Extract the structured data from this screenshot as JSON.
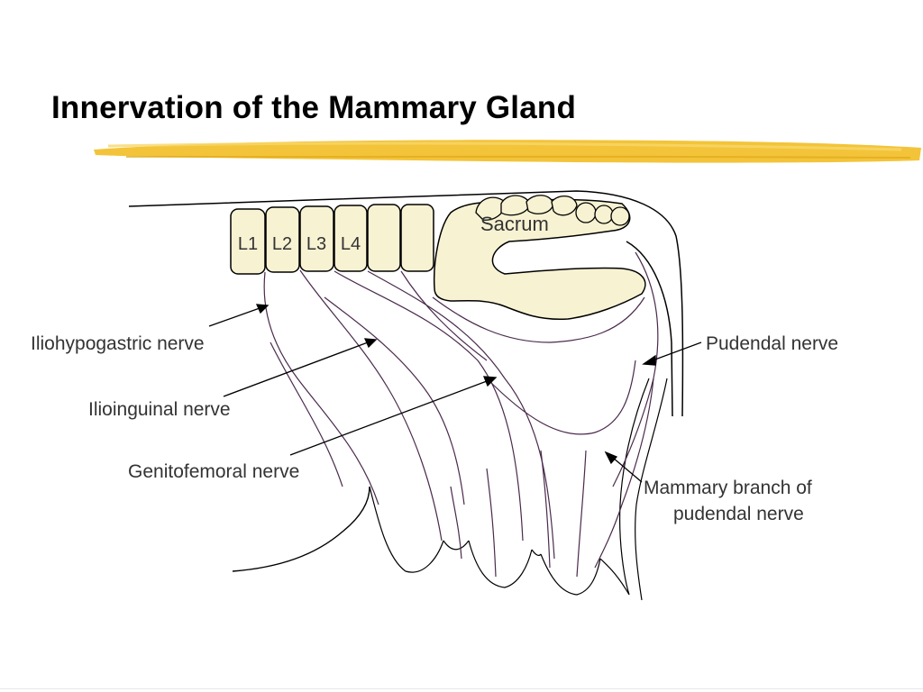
{
  "slide": {
    "title": "Innervation of the Mammary Gland"
  },
  "diagram": {
    "vertebrae": [
      "L1",
      "L2",
      "L3",
      "L4"
    ],
    "sacrum_label": "Sacrum",
    "labels": {
      "iliohypogastric": "Iliohypogastric nerve",
      "ilioinguinal": "Ilioinguinal nerve",
      "genitofemoral": "Genitofemoral nerve",
      "pudendal": "Pudendal nerve",
      "mammary_branch_line1": "Mammary branch of",
      "mammary_branch_line2": "pudendal nerve"
    }
  },
  "colors": {
    "title_text": "#000000",
    "highlight": "#f2c12e",
    "bone_fill": "#f7f2d2",
    "outline": "#000000",
    "nerve": "#4a2a4c",
    "label_text": "#333333"
  }
}
